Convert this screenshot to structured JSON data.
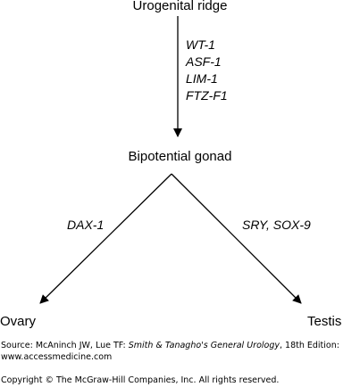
{
  "nodes": {
    "top": "Urogenital ridge",
    "middle": "Bipotential gonad",
    "left": "Ovary",
    "right": "Testis"
  },
  "genes": {
    "ridge_to_gonad": [
      "WT-1",
      "ASF-1",
      "LIM-1",
      "FTZ-F1"
    ],
    "to_ovary": "DAX-1",
    "to_testis": "SRY, SOX-9"
  },
  "footer": {
    "source_prefix": "Source: McAninch JW, Lue TF: ",
    "source_title": "Smith & Tanagho's General Urology",
    "source_suffix": ", 18th Edition:",
    "url": "www.accessmedicine.com",
    "copyright": "Copyright © The McGraw-Hill Companies, Inc. All rights reserved."
  },
  "colors": {
    "ink": "#000000",
    "background": "#ffffff"
  }
}
